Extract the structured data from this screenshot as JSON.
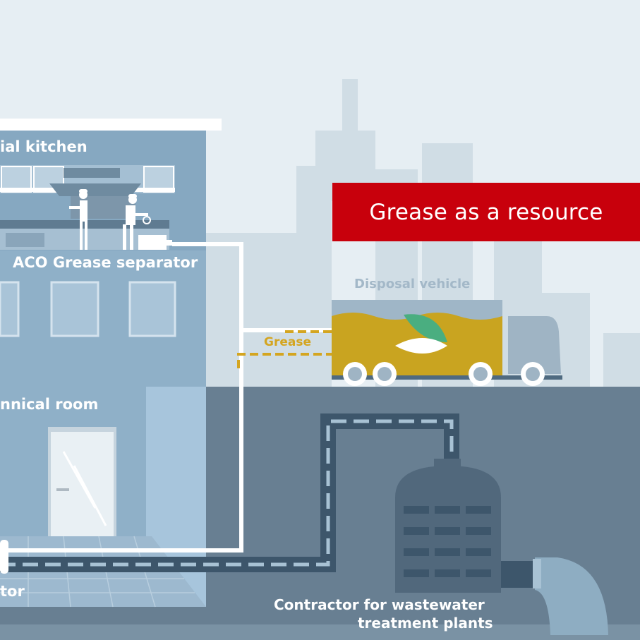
{
  "labels": {
    "kitchen": "ial kitchen",
    "separator": "ACO Grease separator",
    "technical_room": "nnical room",
    "bottom_left": "tor",
    "disposal_vehicle": "Disposal vehicle",
    "grease": "Grease",
    "contractor_line1": "Contractor for wastewater",
    "contractor_line2": "treatment plants"
  },
  "banner": {
    "title": "Grease as a resource"
  },
  "icons": {
    "vehicle_logo": "leaf-icon",
    "chef_left": "chef-icon",
    "chef_right": "chef-icon"
  },
  "colors": {
    "sky": "#e6eef3",
    "skyline": "#d0dde5",
    "building": "#8fb0c8",
    "ground": "#687f92",
    "pipe_white": "#ffffff",
    "grease_line": "#d4a520",
    "truck_tank": "#c9a420",
    "leaf_green": "#4aae80",
    "banner_red": "#c8000c",
    "plant_dark": "#51687c"
  }
}
